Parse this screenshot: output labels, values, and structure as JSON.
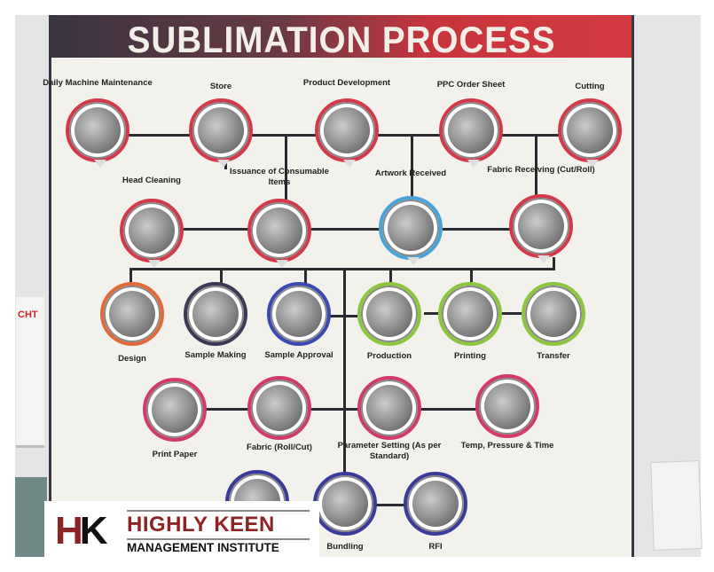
{
  "title": "SUBLIMATION PROCESS",
  "wall_sign": "CHT",
  "logo": {
    "mark_h": "H",
    "mark_k": "K",
    "name": "HIGHLY KEEN",
    "subtitle": "MANAGEMENT INSTITUTE"
  },
  "nodes": [
    {
      "label": "Daily Machine Maintenance",
      "color": "#d23a4a"
    },
    {
      "label": "Store",
      "color": "#d23a4a"
    },
    {
      "label": "Product Development",
      "color": "#d23a4a"
    },
    {
      "label": "PPC Order Sheet",
      "color": "#d23a4a"
    },
    {
      "label": "Cutting",
      "color": "#d23a4a"
    },
    {
      "label": "Head Cleaning",
      "color": "#d23a4a"
    },
    {
      "label": "Issuance of Consumable Items",
      "color": "#d23a4a"
    },
    {
      "label": "Artwork Received",
      "color": "#4aa3d8"
    },
    {
      "label": "Fabric Receiving (Cut/Roll)",
      "color": "#d23a4a"
    },
    {
      "label": "Design",
      "color": "#e06a3a"
    },
    {
      "label": "Sample Making",
      "color": "#3a3a55"
    },
    {
      "label": "Sample Approval",
      "color": "#3a4ab0"
    },
    {
      "label": "Production",
      "color": "#8cc63f"
    },
    {
      "label": "Printing",
      "color": "#8cc63f"
    },
    {
      "label": "Transfer",
      "color": "#8cc63f"
    },
    {
      "label": "Print Paper",
      "color": "#d23a6a"
    },
    {
      "label": "Fabric (Roll/Cut)",
      "color": "#d23a6a"
    },
    {
      "label": "Parameter Setting (As per Standard)",
      "color": "#d23a6a"
    },
    {
      "label": "Temp, Pressure & Time",
      "color": "#d23a6a"
    },
    {
      "label": "",
      "color": "#3a3a9a"
    },
    {
      "label": "Bundling",
      "color": "#3a3a9a"
    },
    {
      "label": "RFI",
      "color": "#3a3a9a"
    }
  ]
}
